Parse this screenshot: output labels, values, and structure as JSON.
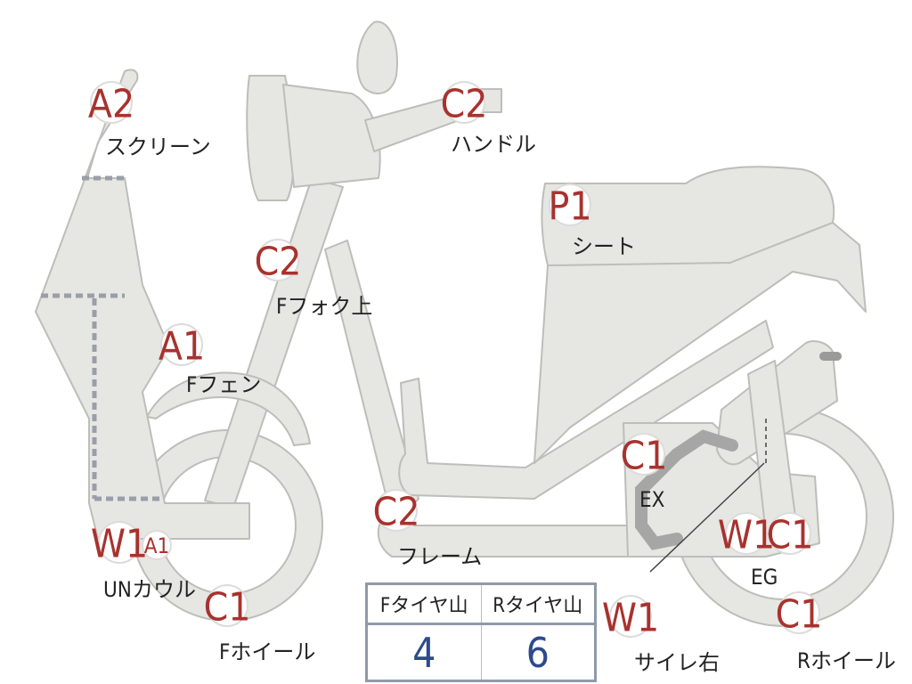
{
  "codes": {
    "screen": "A2",
    "handle": "C2",
    "seat": "P1",
    "fork_upper": "C2",
    "front_fender": "A1",
    "frame": "C2",
    "exhaust": "C1",
    "engine_w": "W1",
    "engine_c": "C1",
    "under_cowl_w": "W1",
    "under_cowl_a": "A1",
    "front_wheel": "C1",
    "muffler_right": "W1",
    "rear_wheel": "C1"
  },
  "labels": {
    "screen": "スクリーン",
    "handle": "ハンドル",
    "seat": "シート",
    "fork_upper": "Fフォク上",
    "front_fender": "Fフェン",
    "frame": "フレーム",
    "exhaust": "EX",
    "engine": "EG",
    "under_cowl": "UNカウル",
    "front_wheel": "Fホイール",
    "muffler_right": "サイレ右",
    "rear_wheel": "Rホイール"
  },
  "tread_table": {
    "headers": [
      "Fタイヤ山",
      "Rタイヤ山"
    ],
    "values": [
      "4",
      "6"
    ]
  },
  "colors": {
    "part_fill": "#e6e6e2",
    "code_text": "#a8322e",
    "value_text": "#2d4a8c",
    "table_border": "#8f9aa8"
  }
}
